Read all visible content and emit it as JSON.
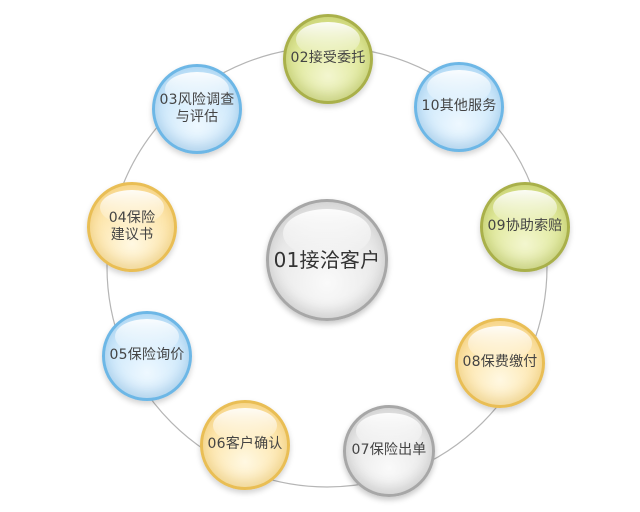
{
  "colors": {
    "ring_line": "#b5b5b5",
    "olive": "#a9b04a",
    "blue": "#6db7e6",
    "yellow": "#e9be55",
    "gray": "#a7a7a7"
  },
  "diagram": {
    "center": {
      "label": "01接洽客户",
      "theme": "gray"
    },
    "steps": [
      {
        "label": "02接受委托",
        "theme": "olive"
      },
      {
        "label": "03风险调查\n与评估",
        "theme": "blue"
      },
      {
        "label": "04保险\n建议书",
        "theme": "yellow"
      },
      {
        "label": "05保险询价",
        "theme": "blue"
      },
      {
        "label": "06客户确认",
        "theme": "yellow"
      },
      {
        "label": "07保险出单",
        "theme": "gray"
      },
      {
        "label": "08保费缴付",
        "theme": "yellow"
      },
      {
        "label": "09协助索赔",
        "theme": "olive"
      },
      {
        "label": "10其他服务",
        "theme": "blue"
      }
    ]
  }
}
